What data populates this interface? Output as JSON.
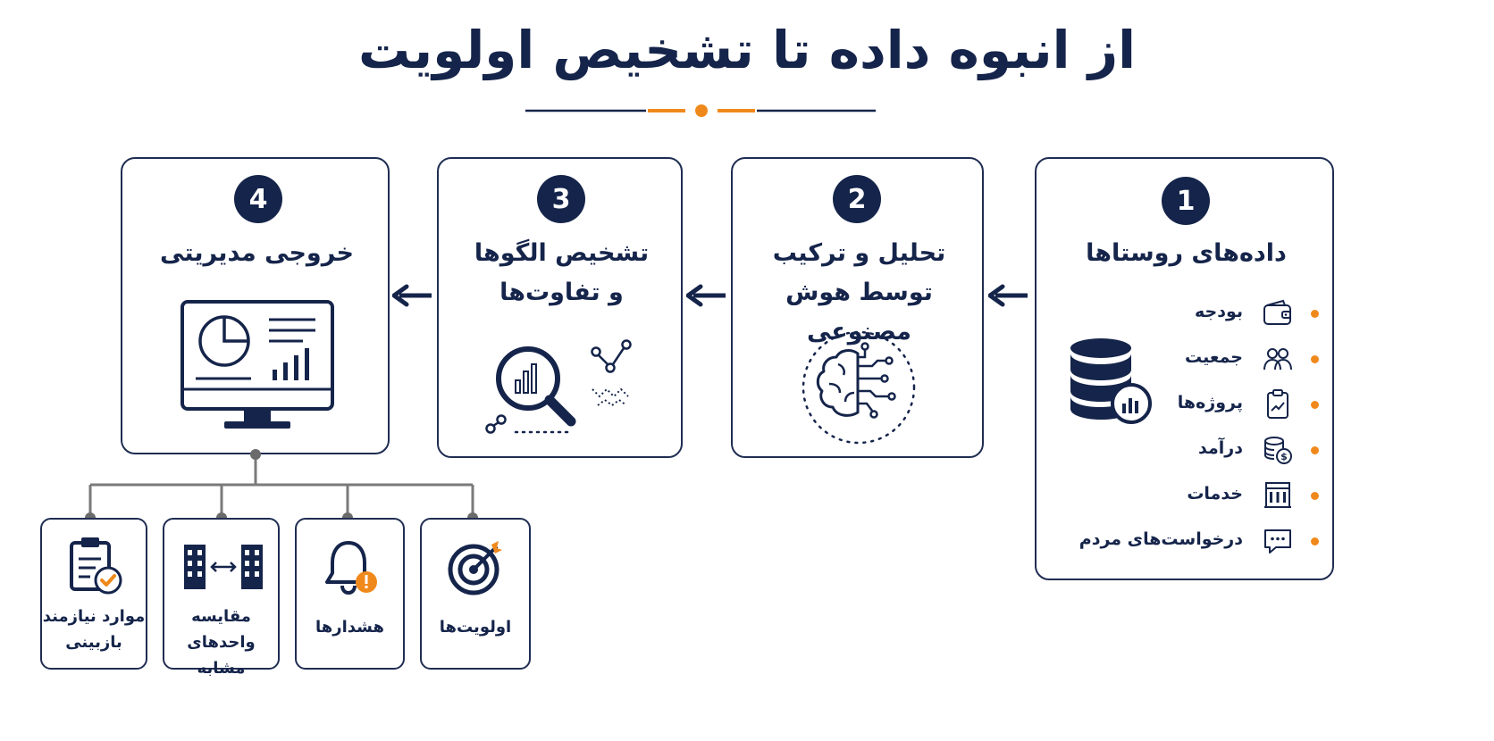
{
  "title": "از انبوه داده تا تشخیص اولویت",
  "colors": {
    "navy": "#15244a",
    "orange": "#f0891b",
    "connector": "#7a7a7a"
  },
  "steps": [
    {
      "number": "1",
      "title_line1": "داده‌های روستاها",
      "title_line2": ""
    },
    {
      "number": "2",
      "title_line1": "تحلیل و ترکیب",
      "title_line2": "توسط هوش مصنوعی"
    },
    {
      "number": "3",
      "title_line1": "تشخیص الگوها",
      "title_line2": "و تفاوت‌ها"
    },
    {
      "number": "4",
      "title_line1": "خروجی مدیریتی",
      "title_line2": ""
    }
  ],
  "data_items": [
    {
      "label": "بودجه",
      "icon": "wallet-icon"
    },
    {
      "label": "جمعیت",
      "icon": "people-icon"
    },
    {
      "label": "پروژه‌ها",
      "icon": "clipboard-chart-icon"
    },
    {
      "label": "درآمد",
      "icon": "coins-icon"
    },
    {
      "label": "خدمات",
      "icon": "building-icon"
    },
    {
      "label": "درخواست‌های مردم",
      "icon": "chat-bubble-icon"
    }
  ],
  "outputs": [
    {
      "line1": "اولویت‌ها",
      "line2": "",
      "icon": "target-icon"
    },
    {
      "line1": "هشدارها",
      "line2": "",
      "icon": "bell-alert-icon"
    },
    {
      "line1": "مقایسه",
      "line2": "واحدهای مشابه",
      "icon": "compare-buildings-icon"
    },
    {
      "line1": "موارد نیازمند",
      "line2": "بازبینی",
      "icon": "review-clipboard-icon"
    }
  ]
}
